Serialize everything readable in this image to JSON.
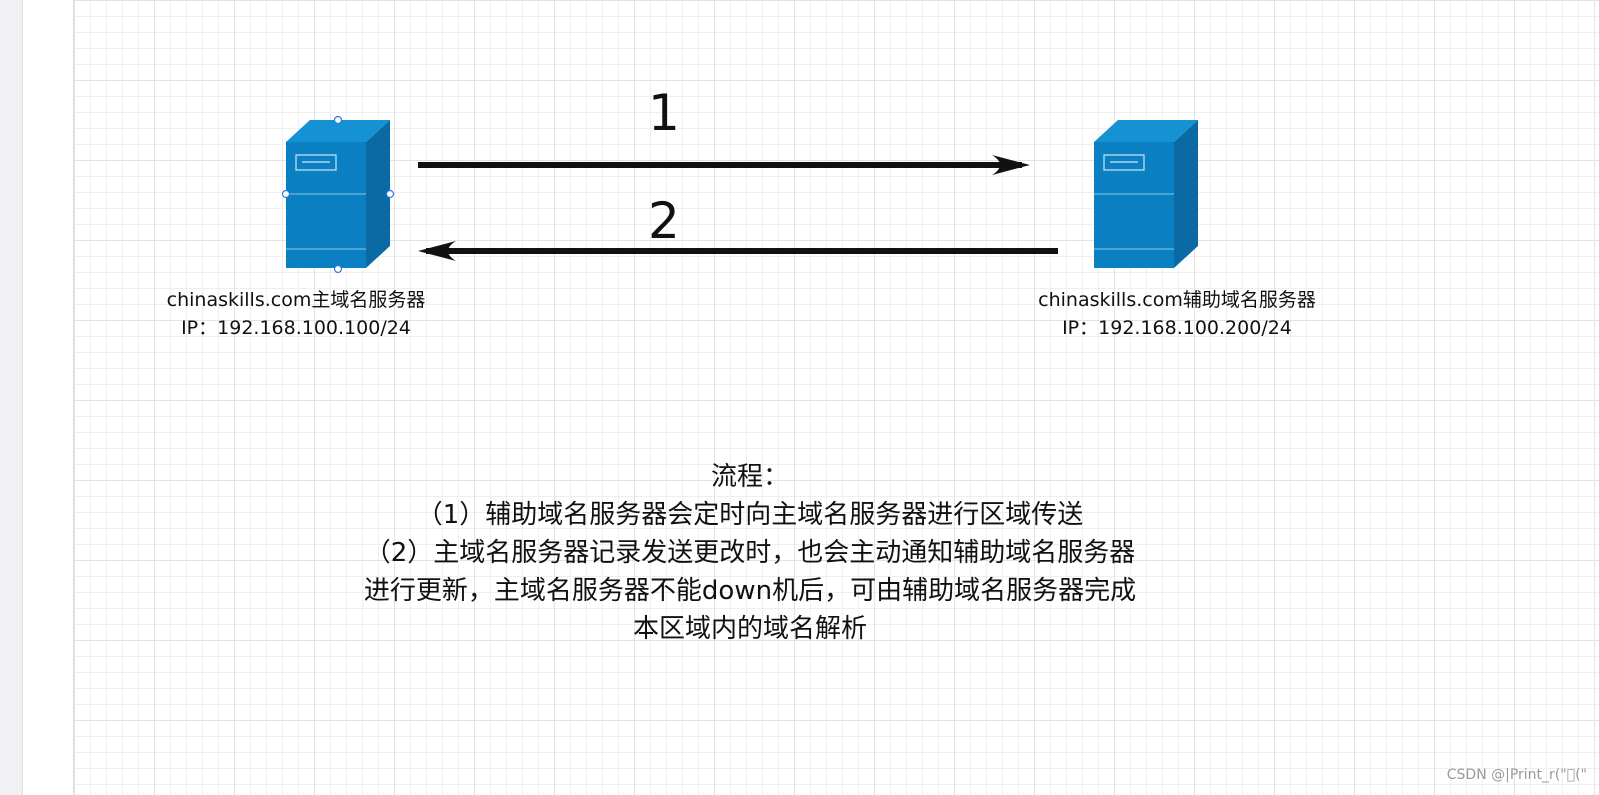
{
  "arrows": {
    "first_number": "1",
    "second_number": "2"
  },
  "primary_server": {
    "name": "chinaskills.com主域名服务器",
    "ip": "IP：192.168.100.100/24"
  },
  "secondary_server": {
    "name": "chinaskills.com辅助域名服务器",
    "ip": "IP：192.168.100.200/24"
  },
  "flow": {
    "title": "流程：",
    "line1": "（1）辅助域名服务器会定时向主域名服务器进行区域传送",
    "line2": "（2）主域名服务器记录发送更改时，也会主动通知辅助域名服务器",
    "line3": "进行更新，主域名服务器不能down机后，可由辅助域名服务器完成",
    "line4": "本区域内的域名解析"
  },
  "watermark": "CSDN @|Print_r(\"\u0000(\"",
  "colors": {
    "server_front": "#0a7fc1",
    "server_top": "#1592d4",
    "server_side": "#0b6aa3",
    "arrow": "#111111"
  }
}
